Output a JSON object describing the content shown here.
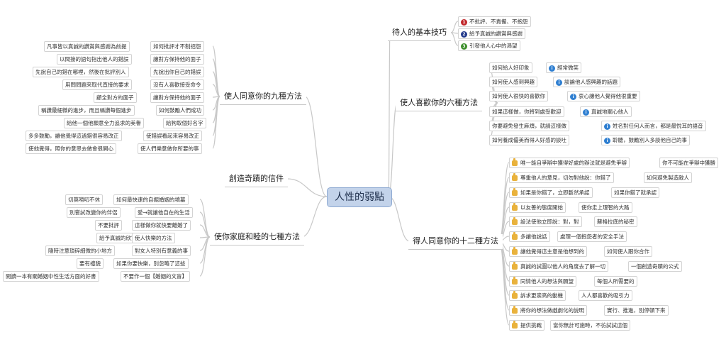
{
  "root": "人性的弱點",
  "branches": {
    "basic": {
      "title": "待人的基本技巧",
      "items": [
        "不批評、不責備、不抱怨",
        "給予真誠的讚賞與感謝",
        "引發他人心中的渴望"
      ],
      "markers": [
        "1",
        "2",
        "3"
      ]
    },
    "like": {
      "title": "使人喜歡你的六種方法",
      "items": [
        {
          "q": "如何給人好印象",
          "a": "經常微笑"
        },
        {
          "q": "如何使人感到興趣",
          "a": "談論他人感興趣的話題"
        },
        {
          "q": "如何使人很快的喜歡你",
          "a": "衷心讓他人覺得他很重要"
        },
        {
          "q": "如果這樣做，你將到處受歡迎",
          "a": "真誠地關心他人"
        },
        {
          "q": "你要避免發生麻煩，就請這樣做",
          "a": "姓名對任何人而言，都是最悅耳的語音"
        },
        {
          "q": "如何養成優美而得人好感的談吐",
          "a": "聆聽，鼓勵別人多談他自己的事"
        }
      ]
    },
    "agree": {
      "title": "得人同意你的十二種方法",
      "items": [
        {
          "a": "唯一能自爭辯中獲得好處的辦法就是避免爭辯",
          "b": "你不可能在爭辯中獲勝"
        },
        {
          "a": "尊重他人的意見，切勿對他說：你錯了",
          "b": "如何避免製造敵人"
        },
        {
          "a": "如果是你錯了，立即斷然承認",
          "b": "如果你錯了就承認"
        },
        {
          "a": "以友善的態度開始",
          "b": "使你走上理智的大路"
        },
        {
          "a": "設法使他立即說：對，對",
          "b": "蘇格拉底的秘密"
        },
        {
          "a": "多讓他說話",
          "b": "處理一個抱怨者的安全手法"
        },
        {
          "a": "讓他覺得這主意是他想到的",
          "b": "如何使人跟你合作"
        },
        {
          "a": "真誠的試圖以他人的角度去了解一切",
          "b": "一個創造奇蹟的公式"
        },
        {
          "a": "同情他人的想法與願望",
          "b": "每個人所需要的"
        },
        {
          "a": "訴求更崇高的動機",
          "b": "人人都喜歡的吸引力"
        },
        {
          "a": "將你的想法做戲劇化的說明",
          "b": "實行、推進，別停頓下來"
        },
        {
          "a": "提供挑戰",
          "b": "當你無計可施時，不彷試試這個"
        }
      ]
    },
    "nine": {
      "title": "使人同意你的九種方法",
      "items": [
        {
          "a": "凡事皆以真誠的讚賞與感謝為前提",
          "b": "如何批評才不制招怨"
        },
        {
          "a": "以間接的語句指出他人的錯誤",
          "b": "讓對方保持他的面子"
        },
        {
          "a": "先說自己的錯在哪裡，然後在批評別人",
          "b": "先說出你自己的錯誤"
        },
        {
          "a": "用問問題來取代直接的要求",
          "b": "沒有人喜歡接受命令"
        },
        {
          "a": "顧全對方的面子",
          "b": "讓對方保持他的面子"
        },
        {
          "a": "稱讚最細微的進步，而且稱讚每個進步",
          "b": "如何鼓勵人們成功"
        },
        {
          "a": "給他一個他願意全力追求的美譽",
          "b": "給狗取個好名字"
        },
        {
          "a": "多多鼓勵，讓他覺得這過錯很容易改正",
          "b": "使錯誤看起來容易改正"
        },
        {
          "a": "使他覺得，照你的意思去做會很開心",
          "b": "使人們樂意做你所要的事"
        }
      ]
    },
    "letter": {
      "title": "創造奇蹟的信件"
    },
    "family": {
      "title": "使你家庭和睦的七種方法",
      "items": [
        {
          "a": "切莫嘮叨不休",
          "b": "如何最快速的自掘婚姻的墳墓"
        },
        {
          "a": "別嘗試改變你的伴侶",
          "b": "愛→就讓他自在的生活"
        },
        {
          "a": "不要批評",
          "b": "這樣做你就快要離婚了"
        },
        {
          "a": "給予真誠的欣賞",
          "b": "使人快樂的方法"
        },
        {
          "a": "隨時注意瑣碎細微的小地方",
          "b": "對女人特別有意義的事"
        },
        {
          "a": "要有禮貌",
          "b": "如果你要快樂，別忽略了這些"
        },
        {
          "a": "閱讀一本有關婚姻中性生活方面的好書",
          "b": "不要作一個【婚姻的文盲】"
        }
      ]
    }
  },
  "colors": {
    "root_fill": "#c3d3ea",
    "root_border": "#8eaad2",
    "connector": "#c8c8c8",
    "marker_red": "#c0262a",
    "marker_blue": "#233a8c",
    "marker_green": "#3d8f2c",
    "info_blue": "#2f7fd1",
    "thumb_gold": "#e9b23c"
  },
  "icons": [
    "priority-1-icon",
    "priority-2-icon",
    "priority-3-icon",
    "info-icon",
    "thumbs-up-icon"
  ]
}
